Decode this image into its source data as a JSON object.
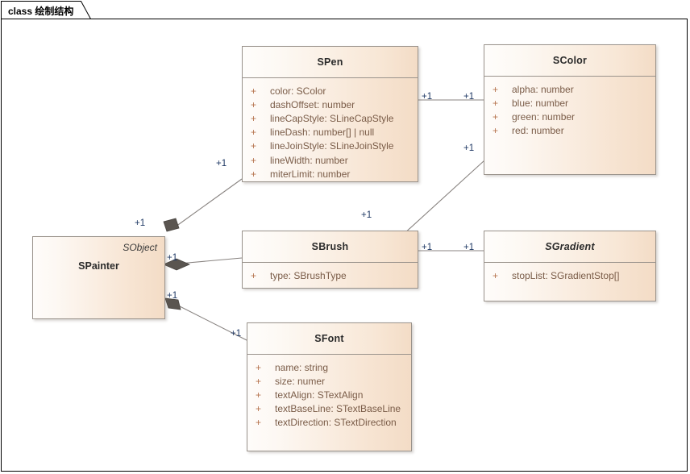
{
  "window": {
    "tab_label": "class 绘制结构",
    "background": "#ffffff",
    "border_color": "#000000"
  },
  "palette": {
    "box_border": "#9a938c",
    "box_fill_light": "#fefcfa",
    "box_fill_peach": "#f3dcc6",
    "attr_visibility": "#b5724c",
    "attr_text": "#7a5c48",
    "title_text": "#2b2b2b",
    "link_line": "#888380",
    "diamond_fill": "#5a5550",
    "multiplicity_text": "#1f3864"
  },
  "classes": {
    "spainter": {
      "name": "SPainter",
      "stereotype": "SObject",
      "abstract": false
    },
    "spen": {
      "name": "SPen",
      "abstract": false,
      "attributes": [
        {
          "visibility": "+",
          "text": "color: SColor"
        },
        {
          "visibility": "+",
          "text": "dashOffset: number"
        },
        {
          "visibility": "+",
          "text": "lineCapStyle: SLineCapStyle"
        },
        {
          "visibility": "+",
          "text": "lineDash: number[] | null"
        },
        {
          "visibility": "+",
          "text": "lineJoinStyle: SLineJoinStyle"
        },
        {
          "visibility": "+",
          "text": "lineWidth: number"
        },
        {
          "visibility": "+",
          "text": "miterLimit: number"
        }
      ]
    },
    "scolor": {
      "name": "SColor",
      "abstract": false,
      "attributes": [
        {
          "visibility": "+",
          "text": "alpha: number"
        },
        {
          "visibility": "+",
          "text": "blue: number"
        },
        {
          "visibility": "+",
          "text": "green: number"
        },
        {
          "visibility": "+",
          "text": "red: number"
        }
      ]
    },
    "sbrush": {
      "name": "SBrush",
      "abstract": false,
      "attributes": [
        {
          "visibility": "+",
          "text": "type: SBrushType"
        }
      ]
    },
    "sgradient": {
      "name": "SGradient",
      "abstract": true,
      "attributes": [
        {
          "visibility": "+",
          "text": "stopList: SGradientStop[]"
        }
      ]
    },
    "sfont": {
      "name": "SFont",
      "abstract": false,
      "attributes": [
        {
          "visibility": "+",
          "text": "name: string"
        },
        {
          "visibility": "+",
          "text": "size: numer"
        },
        {
          "visibility": "+",
          "text": "textAlign: STextAlign"
        },
        {
          "visibility": "+",
          "text": "textBaseLine: STextBaseLine"
        },
        {
          "visibility": "+",
          "text": "textDirection: STextDirection"
        }
      ]
    }
  },
  "multiplicities": {
    "painter_pen_src": "+1",
    "painter_pen_dst": "+1",
    "painter_brush_src": "+1",
    "painter_brush_dst": "+1",
    "painter_font_src": "+1",
    "painter_font_dst": "+1",
    "pen_color_src": "+1",
    "pen_color_dst": "+1",
    "brush_color_src": "+1",
    "brush_color_dst": "+1",
    "brush_gradient_src": "+1",
    "brush_gradient_dst": "+1"
  }
}
